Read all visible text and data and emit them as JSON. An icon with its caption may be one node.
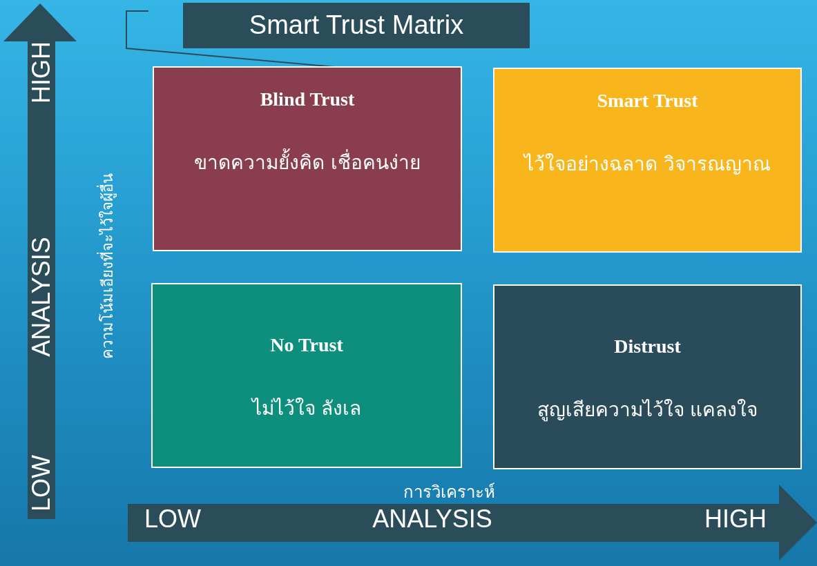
{
  "diagram": {
    "title": "Smart Trust Matrix",
    "nodes": [
      {
        "text": [
          "Blind Trust",
          "ขาดความยั้งคิด เชื่อคนง่าย"
        ]
      },
      {
        "text": [
          "Smart Trust",
          "ไว้ใจอย่างฉลาด วิจารณญาณ"
        ]
      },
      {
        "text": [
          "No Trust",
          "ไม่ไว้ใจ ลังเล"
        ]
      },
      {
        "text": [
          "Distrust",
          "สูญเสียความไว้ใจ แคลงใจ"
        ]
      }
    ],
    "edges": [],
    "labels": [
      "HIGH",
      "ANALYSIS",
      "LOW",
      "ความโน้มเอียงที่จะไว้ใจผู้อื่น",
      "การวิเคราะห์",
      "LOW",
      "ANALYSIS",
      "HIGH"
    ]
  }
}
